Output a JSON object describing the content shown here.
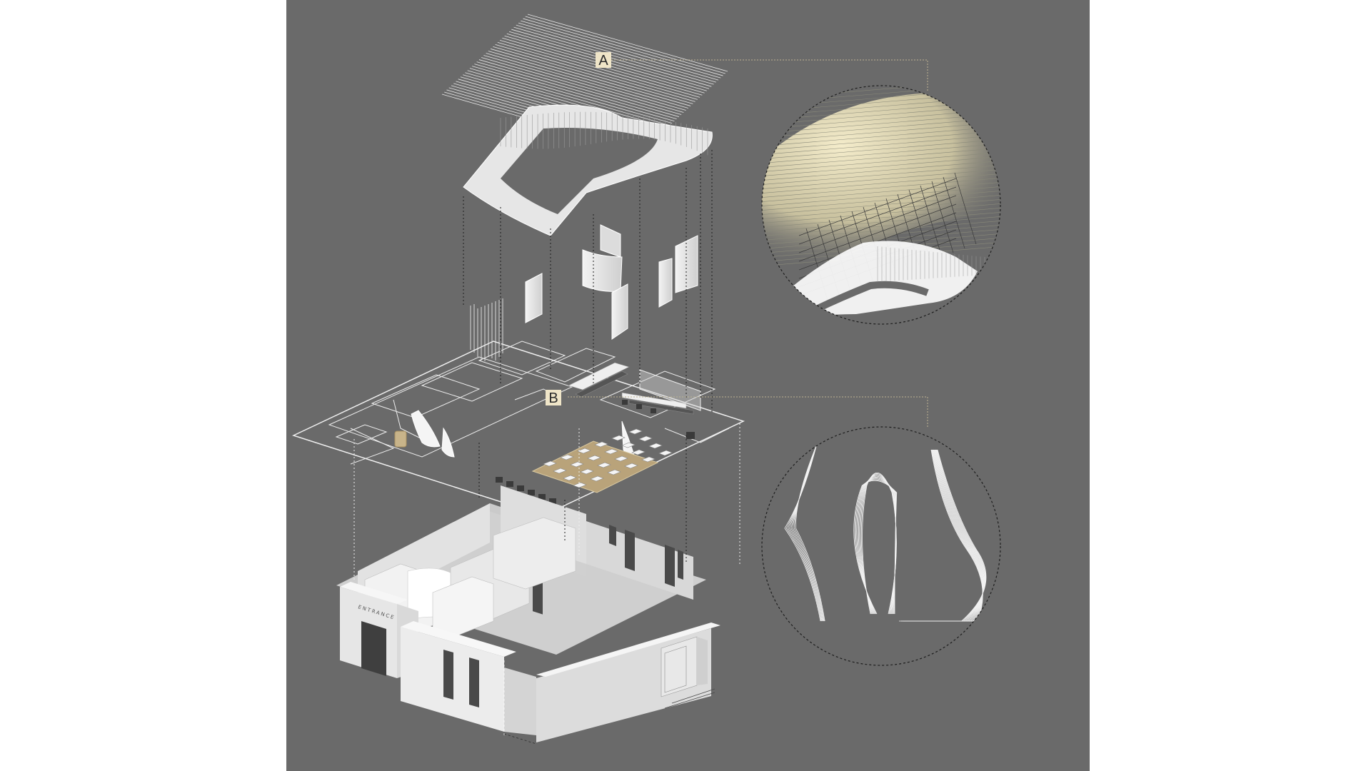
{
  "callouts": {
    "a": {
      "letter": "A"
    },
    "b": {
      "letter": "B"
    }
  },
  "entrance_sign": "ENTRANCE",
  "palette": {
    "background": "#6a6a6a",
    "page": "#ffffff",
    "wall_light": "#ececec",
    "wall_mid": "#d4d4d4",
    "wall_dark": "#b8b8b8",
    "line": "#f2f2f2",
    "label_bg": "#efe5c8",
    "wood": "#c8b48a",
    "glow": "#efe7c2"
  },
  "layers": [
    {
      "id": "ceiling-grid",
      "icon": "grid-lines-icon"
    },
    {
      "id": "ceiling-sculpture",
      "icon": "wave-ring-icon"
    },
    {
      "id": "wall-panels",
      "icon": "panel-icon"
    },
    {
      "id": "floor-plan",
      "icon": "plan-icon"
    },
    {
      "id": "building-shell",
      "icon": "building-icon"
    }
  ]
}
